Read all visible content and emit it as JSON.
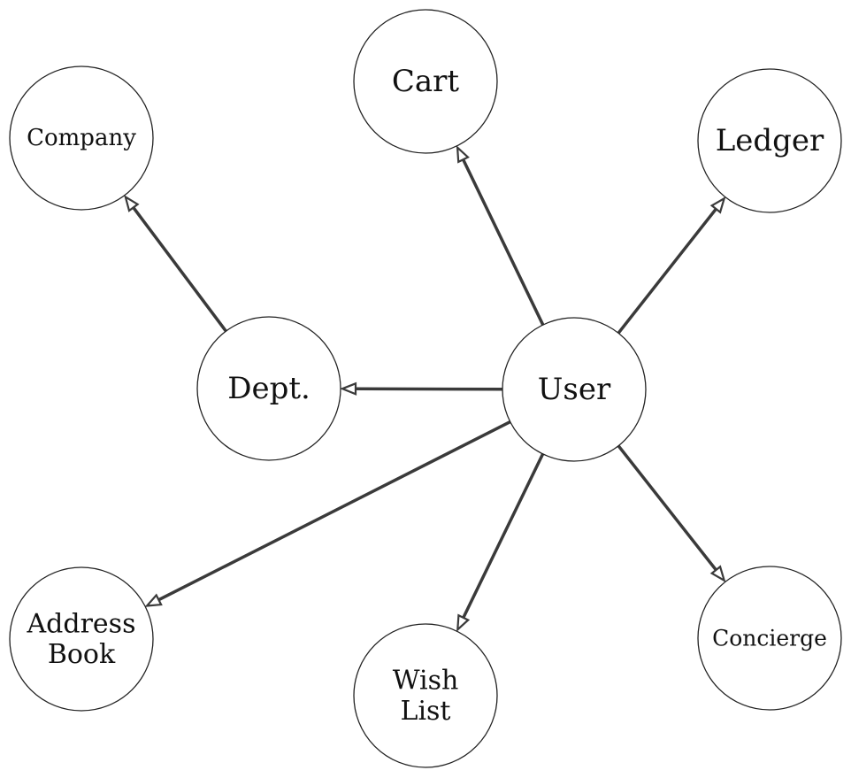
{
  "diagram": {
    "nodes": [
      {
        "id": "user",
        "lines": [
          "User"
        ]
      },
      {
        "id": "cart",
        "lines": [
          "Cart"
        ]
      },
      {
        "id": "company",
        "lines": [
          "Company"
        ]
      },
      {
        "id": "ledger",
        "lines": [
          "Ledger"
        ]
      },
      {
        "id": "dept",
        "lines": [
          "Dept."
        ]
      },
      {
        "id": "address-book",
        "lines": [
          "Address",
          "Book"
        ]
      },
      {
        "id": "wish-list",
        "lines": [
          "Wish",
          "List"
        ]
      },
      {
        "id": "concierge",
        "lines": [
          "Concierge"
        ]
      }
    ],
    "edges": [
      {
        "from": "user",
        "to": "cart"
      },
      {
        "from": "user",
        "to": "ledger"
      },
      {
        "from": "user",
        "to": "dept"
      },
      {
        "from": "dept",
        "to": "company"
      },
      {
        "from": "user",
        "to": "address-book"
      },
      {
        "from": "user",
        "to": "wish-list"
      },
      {
        "from": "user",
        "to": "concierge"
      }
    ]
  }
}
